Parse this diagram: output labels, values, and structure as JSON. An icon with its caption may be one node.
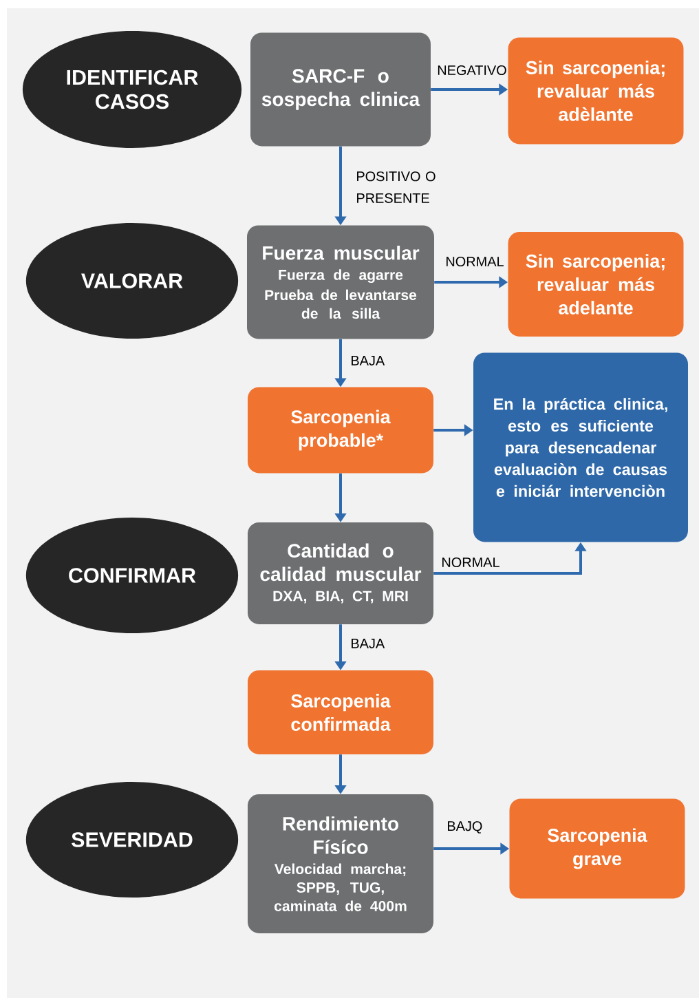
{
  "diagram": {
    "nodes": [
      {
        "text": [
          "IDENTIFICAR CASOS"
        ]
      },
      {
        "text": [
          "SARC-F o sospecha clinica"
        ]
      },
      {
        "text": [
          "Sin sarcopenia; revaluar más adèlante"
        ]
      },
      {
        "text": [
          "VALORAR"
        ]
      },
      {
        "text": [
          "Fuerza muscular",
          "Fuerza de agarre",
          "Prueba de levantarse de la silla"
        ]
      },
      {
        "text": [
          "Sin sarcopenia; revaluar más adelante"
        ]
      },
      {
        "text": [
          "Sarcopenia probable*"
        ]
      },
      {
        "text": [
          "En la práctica clinica, esto es suficiente para desencadenar evaluaciòn de causas e iniciár intervenciòn"
        ]
      },
      {
        "text": [
          "CONFIRMAR"
        ]
      },
      {
        "text": [
          "Cantidad o calidad muscular",
          "DXA, BIA, CT, MRI"
        ]
      },
      {
        "text": [
          "Sarcopenia confirmada"
        ]
      },
      {
        "text": [
          "SEVERIDAD"
        ]
      },
      {
        "text": [
          "Rendimiento Físíco",
          "Velocidad marcha; SPPB, TUG, caminata de 400m"
        ]
      },
      {
        "text": [
          "Sarcopenia grave"
        ]
      }
    ],
    "edges": [
      {
        "from": 1,
        "to": 2,
        "arrow": "to",
        "label": "NEGATIVO"
      },
      {
        "from": 1,
        "to": 4,
        "arrow": "to",
        "label": "POSITIVO O PRESENTE"
      },
      {
        "from": 4,
        "to": 5,
        "arrow": "to",
        "label": "NORMAL"
      },
      {
        "from": 4,
        "to": 6,
        "arrow": "to",
        "label": "BAJA"
      },
      {
        "from": 6,
        "to": 7,
        "arrow": "to"
      },
      {
        "from": 6,
        "to": 9,
        "arrow": "to"
      },
      {
        "from": 9,
        "to": 7,
        "arrow": "to",
        "label": "NORMAL"
      },
      {
        "from": 9,
        "to": 10,
        "arrow": "to",
        "label": "BAJA"
      },
      {
        "from": 10,
        "to": 12,
        "arrow": "to"
      },
      {
        "from": 12,
        "to": 13,
        "arrow": "to",
        "label": "BAJQ"
      }
    ]
  }
}
